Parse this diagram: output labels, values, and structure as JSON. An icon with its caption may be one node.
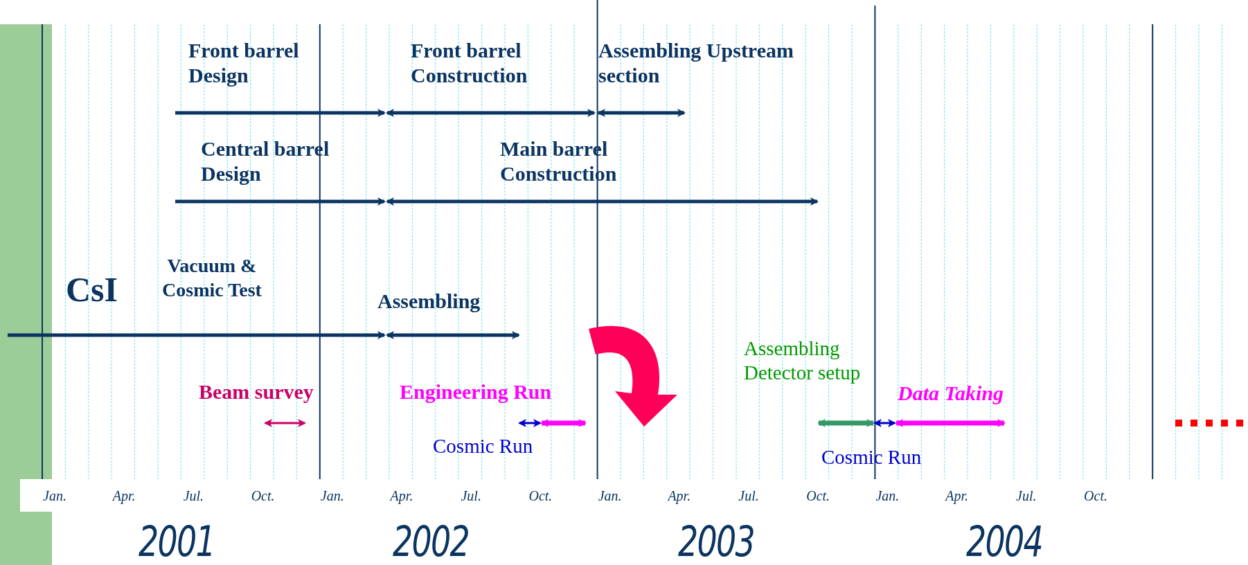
{
  "diagram": {
    "labels": [
      "Front barrel Design",
      "Front barrel Construction",
      "Assembling Upstream section",
      "Central barrel Design",
      "Main barrel Construction",
      "CsI",
      "Vacuum & Cosmic Test",
      "Assembling",
      "Assembling Detector setup",
      "Beam survey",
      "Engineering Run",
      "Data Taking",
      "Cosmic Run",
      "Cosmic Run",
      "Jan.",
      "Apr.",
      "Jul.",
      "Oct.",
      "Jan.",
      "Apr.",
      "Jul.",
      "Oct.",
      "Jan.",
      "Apr.",
      "Jul.",
      "Oct.",
      "Jan.",
      "Apr.",
      "Jul.",
      "Oct.",
      "2001",
      "2002",
      "2003",
      "2004"
    ]
  }
}
